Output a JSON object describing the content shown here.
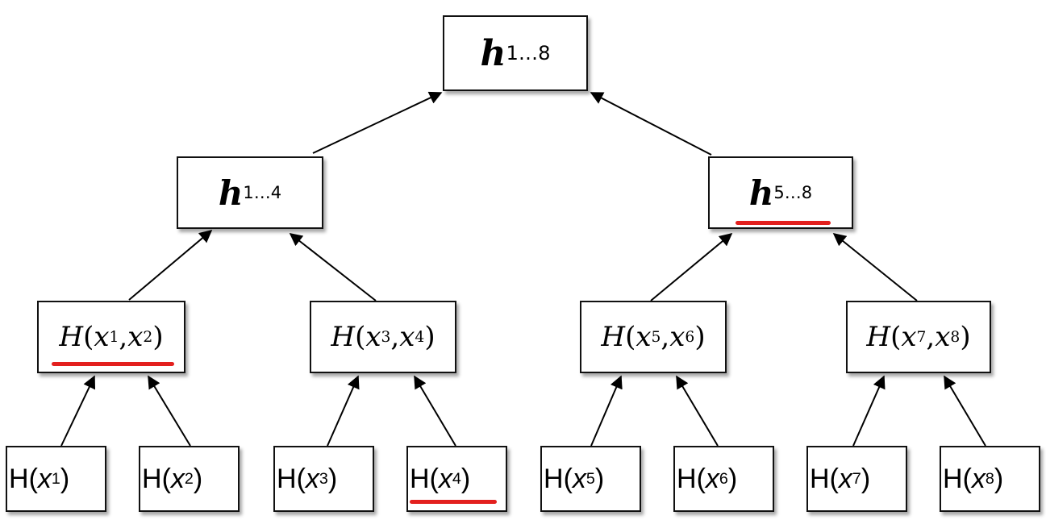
{
  "tree": {
    "root": {
      "main": "h",
      "sub": "1…8"
    },
    "level1": [
      {
        "main": "h",
        "sub": "1…4"
      },
      {
        "main": "h",
        "sub": "5…8"
      }
    ],
    "level2": [
      {
        "fn": "H",
        "a": "x",
        "a_sub": "1",
        "b": "x",
        "b_sub": "2"
      },
      {
        "fn": "H",
        "a": "x",
        "a_sub": "3",
        "b": "x",
        "b_sub": "4"
      },
      {
        "fn": "H",
        "a": "x",
        "a_sub": "5",
        "b": "x",
        "b_sub": "6"
      },
      {
        "fn": "H",
        "a": "x",
        "a_sub": "7",
        "b": "x",
        "b_sub": "8"
      }
    ],
    "leaves": [
      {
        "fn": "H",
        "x": "x",
        "sub": "1"
      },
      {
        "fn": "H",
        "x": "x",
        "sub": "2"
      },
      {
        "fn": "H",
        "x": "x",
        "sub": "3"
      },
      {
        "fn": "H",
        "x": "x",
        "sub": "4"
      },
      {
        "fn": "H",
        "x": "x",
        "sub": "5"
      },
      {
        "fn": "H",
        "x": "x",
        "sub": "6"
      },
      {
        "fn": "H",
        "x": "x",
        "sub": "7"
      },
      {
        "fn": "H",
        "x": "x",
        "sub": "8"
      }
    ]
  },
  "highlight_color": "#e3201e",
  "highlighted_nodes": [
    "h-5-8",
    "pair-1-2",
    "leaf-4"
  ]
}
